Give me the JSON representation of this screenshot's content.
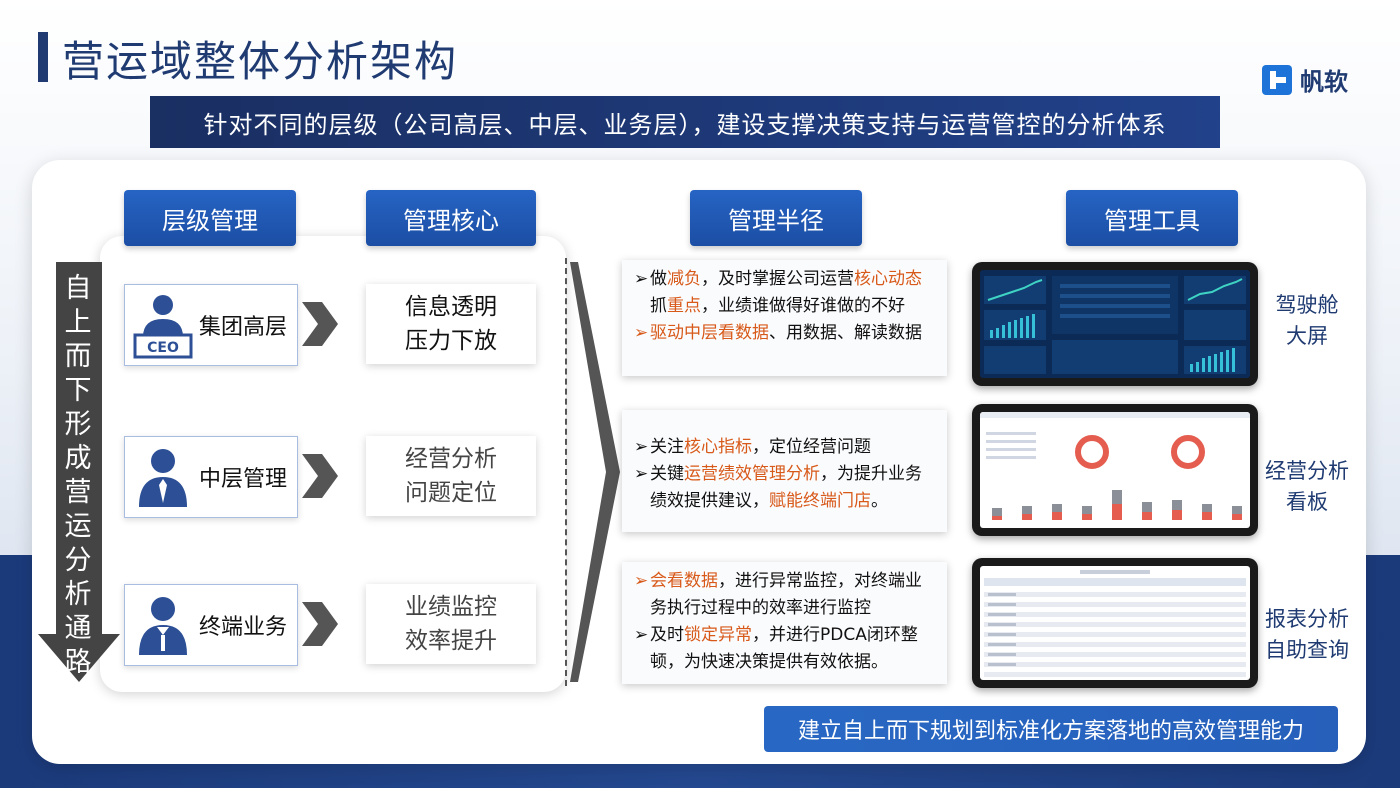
{
  "header": {
    "title": "营运域整体分析架构",
    "subtitle": "针对不同的层级（公司高层、中层、业务层），建设支撑决策支持与运营管控的分析体系",
    "logo_text": "帆软"
  },
  "columns": {
    "level": "层级管理",
    "core": "管理核心",
    "radius": "管理半径",
    "tools": "管理工具"
  },
  "flow_label": "自上而下形成营运分析通路",
  "roles": [
    {
      "label": "集团高层",
      "icon": "ceo-icon",
      "core_line1": "信息透明",
      "core_line2": "压力下放"
    },
    {
      "label": "中层管理",
      "icon": "manager-icon",
      "core_line1": "经营分析",
      "core_line2": "问题定位"
    },
    {
      "label": "终端业务",
      "icon": "staff-icon",
      "core_line1": "业绩监控",
      "core_line2": "效率提升"
    }
  ],
  "radius": [
    {
      "l1_a": "做",
      "l1_b": "减负",
      "l1_c": "，及时掌握公司运营",
      "l1_d": "核心动态",
      "l2_a": "抓",
      "l2_b": "重点",
      "l2_c": "，业绩谁做得好谁做的不好",
      "l3": "驱动中层看数据",
      "l3_b": "、用数据、解读数据"
    },
    {
      "l1_a": "关注",
      "l1_b": "核心指标",
      "l1_c": "，定位经营问题",
      "l2_a": "关键",
      "l2_b": "运营绩效管理分析",
      "l2_c": "，为提升业务",
      "l3_a": "绩效提供建议，",
      "l3_b": "赋能终端门店",
      "l3_c": "。"
    },
    {
      "l1_a": "会看数据",
      "l1_b": "，进行异常监控，对终端业",
      "l2": "务执行过程中的效率进行监控",
      "l3_a": "及时",
      "l3_b": "锁定异常",
      "l3_c": "，并进行PDCA闭环整",
      "l4": "顿，为快速决策提供有效依据。"
    }
  ],
  "tools": [
    {
      "line1": "驾驶舱",
      "line2": "大屏"
    },
    {
      "line1": "经营分析",
      "line2": "看板"
    },
    {
      "line1": "报表分析",
      "line2": "自助查询"
    }
  ],
  "bottom_banner": "建立自上而下规划到标准化方案落地的高效管理能力",
  "colors": {
    "navy": "#1f3b72",
    "blue": "#2664c4",
    "orange": "#d85a1a"
  }
}
